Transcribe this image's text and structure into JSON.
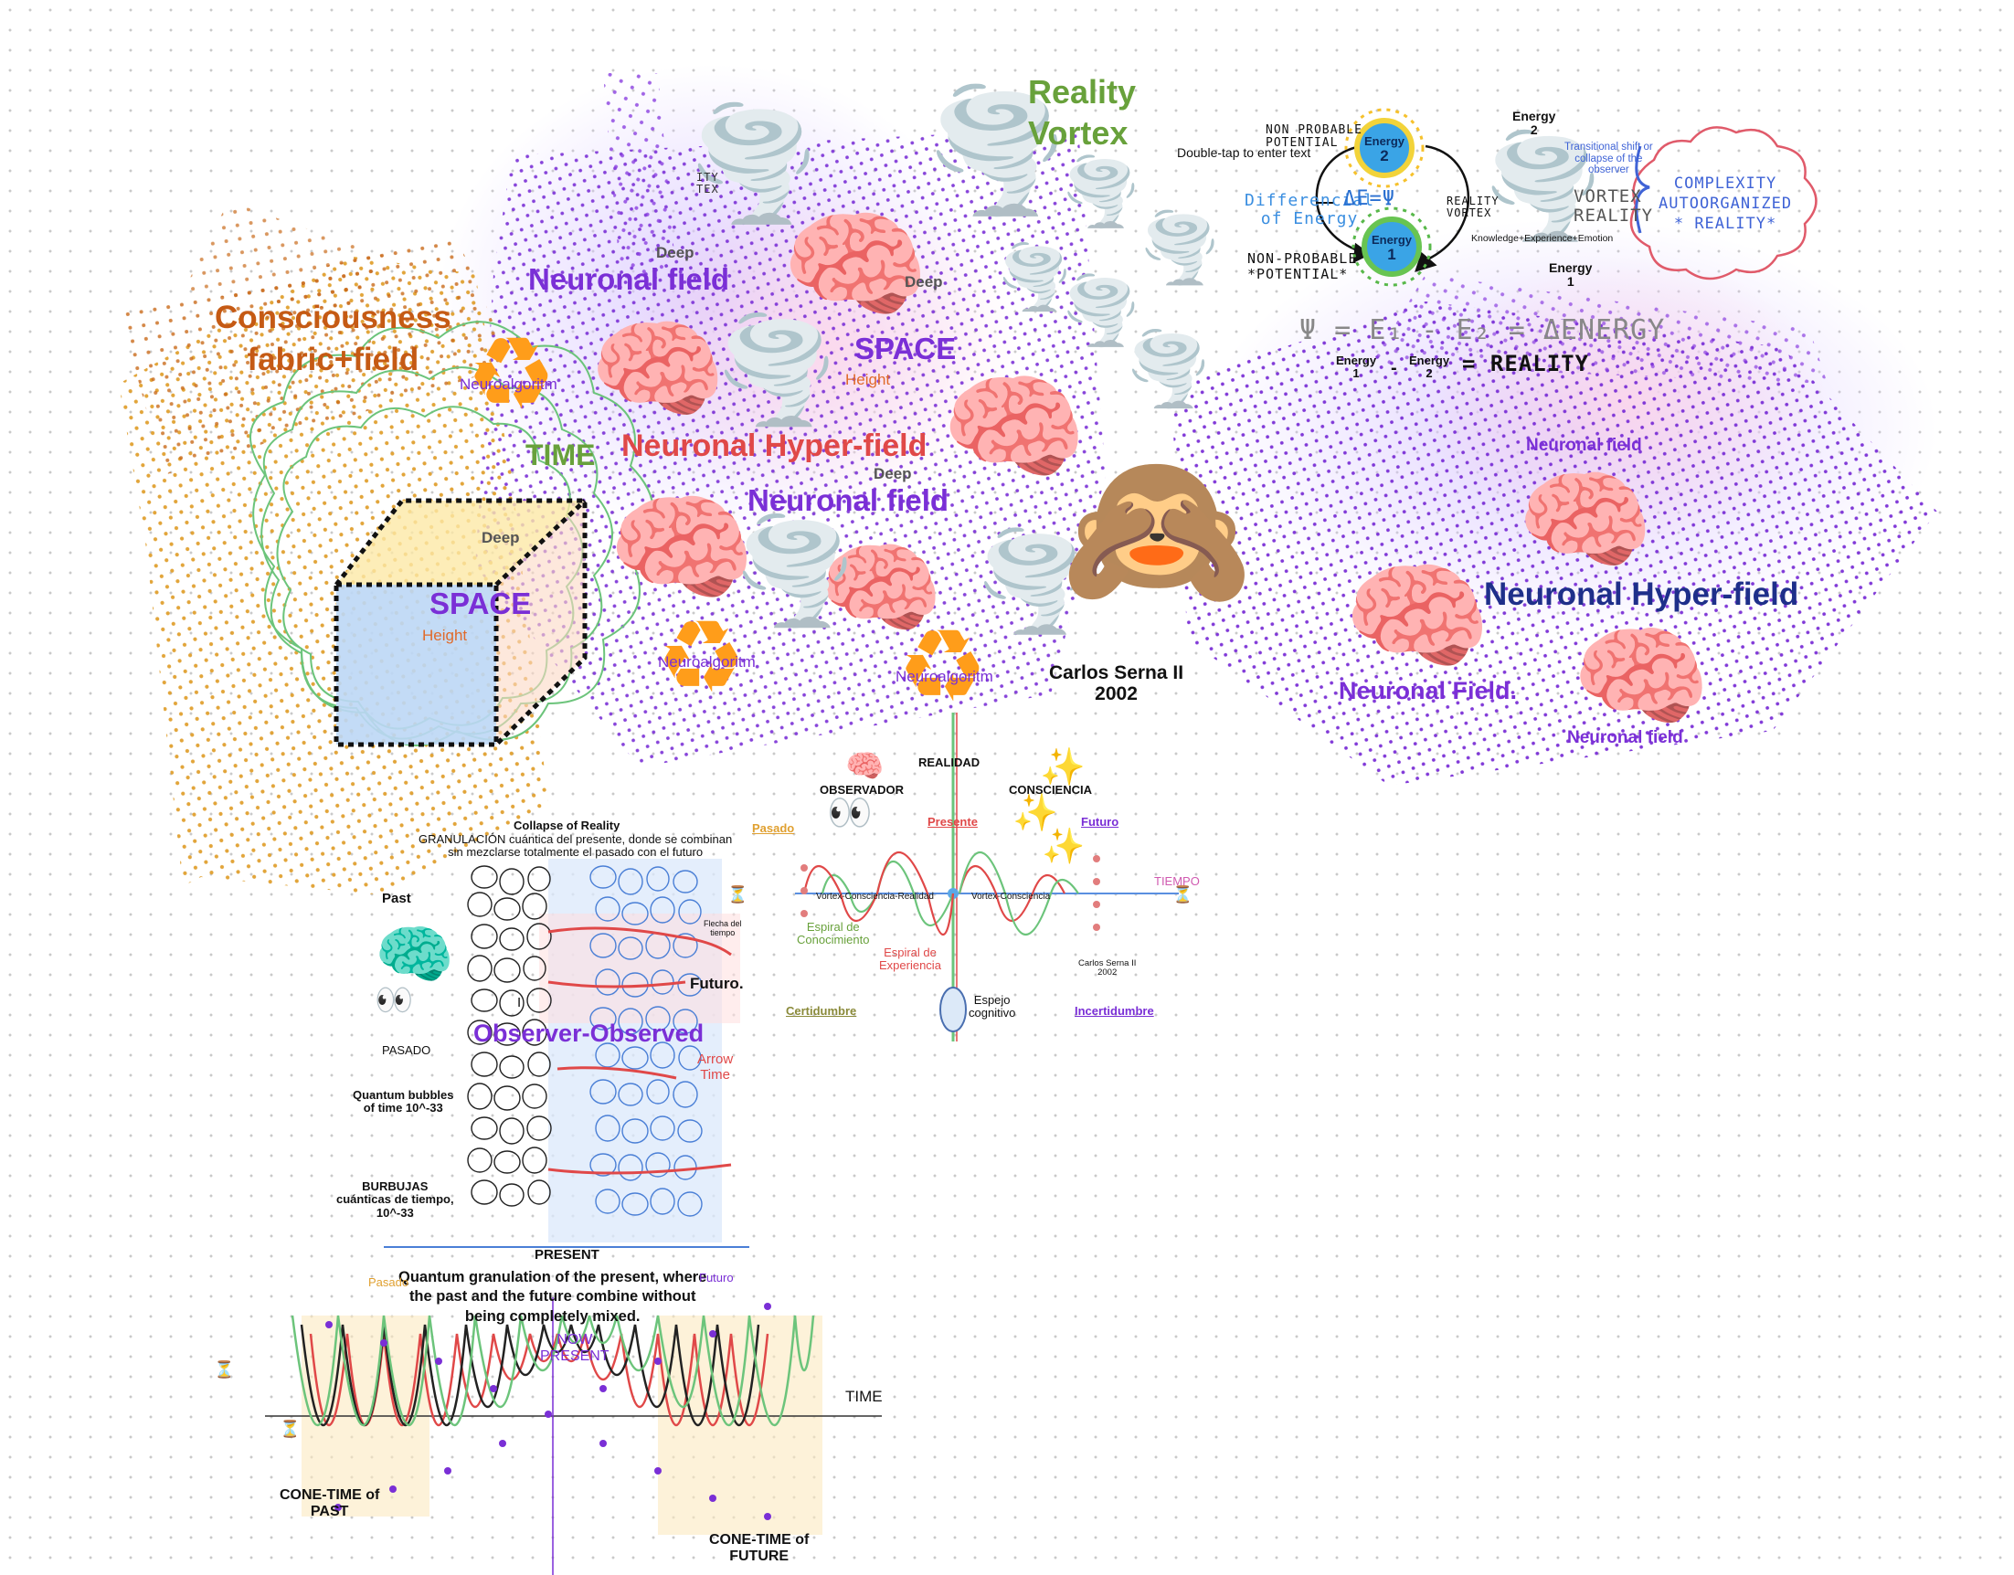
{
  "labels": {
    "reality_vortex_1": "Reality",
    "reality_vortex_2": "Vortex",
    "consciousness_1": "Consciousness",
    "consciousness_2": "fabric+field",
    "deep_a": "Deep",
    "deep_b": "Deep",
    "deep_c": "Deep",
    "deep_d": "Deep",
    "neuronal_field_top": "Neuronal field",
    "neuronal_field_mid": "Neuronal field",
    "space_top": "SPACE",
    "space_box": "SPACE",
    "height_top": "Height",
    "height_box": "Height",
    "neuroalgoritm_a": "Neuroalgoritm",
    "neuroalgoritm_b": "Neuroalgoritm",
    "neuroalgoritm_c": "Neuroalgoritm",
    "time_green": "TIME",
    "neuronal_hyper_field_red": "Neuronal Hyper-field",
    "neuronal_hyper_field_blue": "Neuronal Hyper-field",
    "neuronal_field_right_top": "Neuronal field",
    "neuronal_field_right_mid": "Neuronal Field.",
    "neuronal_field_right_bottom": "Neuronal field",
    "author_1": "Carlos Serna II",
    "author_2": "2002",
    "vortex_text_1": "ITY",
    "vortex_text_2": "TEX"
  },
  "energy": {
    "double_tap": "Double-tap to enter text",
    "non_probable_potential_top_1": "NON PROBABLE",
    "non_probable_potential_top_2": "POTENTIAL",
    "energy_2_circle": "Energy",
    "energy_2_num": "2",
    "energy_1_circle": "Energy",
    "energy_1_num": "1",
    "differential_1": "Differencial",
    "differential_2": "of Energy",
    "delta_eq": "ΔE=Ψ",
    "reality_vortex_small_1": "REALITY",
    "reality_vortex_small_2": "VORTEX",
    "non_probable_bottom_1": "NON-PROBABLE",
    "non_probable_bottom_2": "*POTENTIAL*",
    "energy_2_label": "Energy",
    "energy_2_label_num": "2",
    "energy_1_label": "Energy",
    "energy_1_label_num": "1",
    "transitional_1": "Transitional shift or",
    "transitional_2": "collapse of the",
    "transitional_3": "observer",
    "vortex_reality_1": "VORTEX",
    "vortex_reality_2": "REALITY",
    "knowledge": "Knowledge+Experience+Emotion",
    "complexity_1": "COMPLEXITY",
    "complexity_2": "AUTOORGANIZED",
    "complexity_3": "* REALITY*",
    "psi_eq": "Ψ = E₁ - E₂ = ΔENERGY",
    "reality_eq_left": "Energy",
    "reality_eq_left_num": "1",
    "reality_eq_mid": "Energy",
    "reality_eq_mid_num": "2",
    "reality_eq_right": "= REALITY"
  },
  "mirror": {
    "realidad": "REALIDAD",
    "observador": "OBSERVADOR",
    "consciencia": "CONSCIENCIA",
    "pasado": "Pasado",
    "presente": "Presente",
    "futuro": "Futuro",
    "tiempo": "TIEMPO",
    "vortex_cr": "Vortex-Consciencia-Realidad",
    "vortex_c": "Vortex-Consciencia",
    "espiral_con_1": "Espiral de",
    "espiral_con_2": "Conocimiento",
    "espiral_exp_1": "Espiral de",
    "espiral_exp_2": "Experiencia",
    "espejo_1": "Espejo",
    "espejo_2": "cognitivo",
    "certidumbre": "Certidumbre",
    "incertidumbre": "Incertidumbre",
    "author_small_1": "Carlos Serna II",
    "author_small_2": "2002"
  },
  "bubbles": {
    "collapse": "Collapse of Reality",
    "granulacion_1": "GRANULACIÓN cuántica del presente, donde se combinan",
    "granulacion_2": "sin mezclarse totalmente el pasado con el futuro",
    "past": "Past",
    "pasado_caps": "PASADO",
    "flecha_1": "Flecha del",
    "flecha_2": "tiempo",
    "futuro": "Futuro.",
    "observer_observed": "Observer-Observed",
    "arrow_time_1": "Arrow",
    "arrow_time_2": "Time",
    "qb_1": "Quantum bubbles",
    "qb_2": "of time 10^-33",
    "burbujas_1": "BURBUJAS",
    "burbujas_2": "cuánticas de tiempo,",
    "burbujas_3": "10^-33",
    "i_mark": "I"
  },
  "cone": {
    "present": "PRESENT",
    "qg_1": "Quantum granulation of the present, where",
    "qg_2": "the past and the future combine without",
    "qg_3": "being completely mixed.",
    "pasado": "Pasado",
    "futuro": "Futuro",
    "now_1": "NOW",
    "now_2": "PRESENT",
    "time": "TIME",
    "cone_past_1": "CONE-TIME of",
    "cone_past_2": "PAST",
    "cone_future_1": "CONE-TIME of",
    "cone_future_2": "FUTURE"
  },
  "icons": [
    "brain-icon",
    "tornado-icon",
    "recycle-icon",
    "eyes-icon",
    "sparkles-icon",
    "hourglass-icon",
    "man-face-palm-icon",
    "blue-brain-icon"
  ],
  "colors": {
    "orange": "#e0620f",
    "purple": "#7a2fd6",
    "green": "#68a13b",
    "red": "#e04848",
    "navy": "#1e2f8a",
    "energy_blue": "#3aa4e6"
  }
}
